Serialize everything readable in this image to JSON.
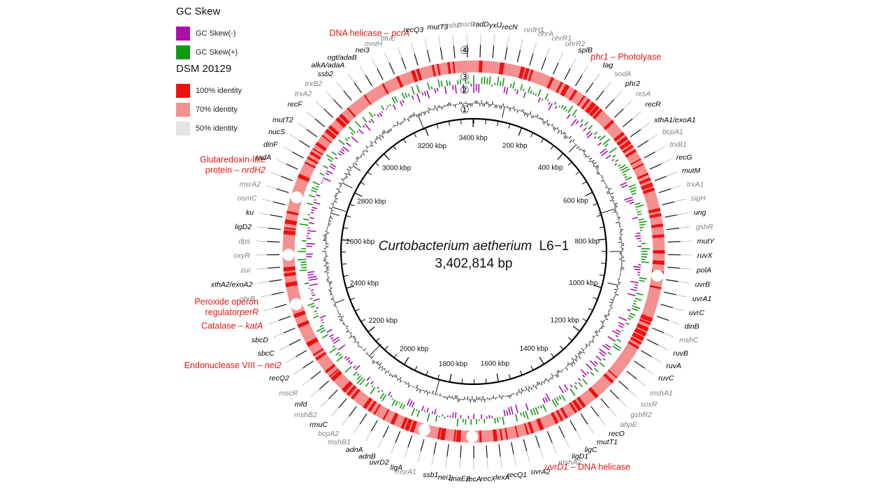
{
  "legend": {
    "gc_title": "GC Skew",
    "gc_items": [
      {
        "label": "GC Skew(-)",
        "color": "#aa10a8"
      },
      {
        "label": "GC Skew(+)",
        "color": "#129a12"
      }
    ],
    "ref_title": "DSM 20129",
    "ref_items": [
      {
        "label": "100% identity",
        "color": "#ee1111"
      },
      {
        "label": "70% identity",
        "color": "#f59090"
      },
      {
        "label": "50% identity",
        "color": "#e4e4e4"
      }
    ]
  },
  "center": {
    "organism": "Curtobacterium aetherium",
    "strain": "L6−1",
    "size": "3,402,814 bp"
  },
  "ring_markers": [
    "①",
    "②",
    "③",
    "④"
  ],
  "genome": {
    "length_kbp": 3402.814,
    "ticks_kbp": [
      200,
      400,
      600,
      800,
      1000,
      1200,
      1400,
      1600,
      1800,
      2000,
      2200,
      2400,
      2600,
      2800,
      3000,
      3200,
      3400
    ],
    "tick_suffix": " kbp"
  },
  "genes": [
    {
      "text": "radD",
      "style": "black"
    },
    {
      "text": "yxlJ",
      "style": "black"
    },
    {
      "text": "recN",
      "style": "black"
    },
    {
      "text": "nrdH1",
      "style": "gray"
    },
    {
      "text": "ohrA",
      "style": "gray"
    },
    {
      "text": "ohrR1",
      "style": "gray"
    },
    {
      "text": "ohrR2",
      "style": "gray"
    },
    {
      "text": "splB",
      "style": "black"
    },
    {
      "text": "phr1",
      "style": "red",
      "suffix": " – Photolyase"
    },
    {
      "text": "tag",
      "style": "black"
    },
    {
      "text": "sodA",
      "style": "gray"
    },
    {
      "text": "phr2",
      "style": "black"
    },
    {
      "text": "resA",
      "style": "gray"
    },
    {
      "text": "recR",
      "style": "black"
    },
    {
      "text": "xthA1/exoA1",
      "style": "black"
    },
    {
      "text": "bcpA1",
      "style": "gray"
    },
    {
      "text": "trxB1",
      "style": "gray"
    },
    {
      "text": "recG",
      "style": "black"
    },
    {
      "text": "mutM",
      "style": "black"
    },
    {
      "text": "trxA1",
      "style": "gray"
    },
    {
      "text": "sigH",
      "style": "gray"
    },
    {
      "text": "ung",
      "style": "black"
    },
    {
      "text": "gshR",
      "style": "gray"
    },
    {
      "text": "mutY",
      "style": "black"
    },
    {
      "text": "ruvX",
      "style": "black"
    },
    {
      "text": "polA",
      "style": "black"
    },
    {
      "text": "uvrB",
      "style": "black"
    },
    {
      "text": "uvrA1",
      "style": "black"
    },
    {
      "text": "uvrC",
      "style": "black"
    },
    {
      "text": "dinB",
      "style": "black"
    },
    {
      "text": "mshC",
      "style": "gray"
    },
    {
      "text": "ruvB",
      "style": "black"
    },
    {
      "text": "ruvA",
      "style": "black"
    },
    {
      "text": "ruvC",
      "style": "black"
    },
    {
      "text": "mshA1",
      "style": "gray"
    },
    {
      "text": "soxR",
      "style": "gray"
    },
    {
      "text": "gshR2",
      "style": "gray"
    },
    {
      "text": "ahpE",
      "style": "gray"
    },
    {
      "text": "recO",
      "style": "black"
    },
    {
      "text": "mutT1",
      "style": "black"
    },
    {
      "text": "ligC",
      "style": "black"
    },
    {
      "text": "ligD1",
      "style": "black"
    },
    {
      "text": "mshA2",
      "style": "gray"
    },
    {
      "text": "uvrD1",
      "style": "red",
      "suffix": " – DNA helicase"
    },
    {
      "text": "uvrA2",
      "style": "black"
    },
    {
      "text": "recQ1",
      "style": "black"
    },
    {
      "text": "lexA",
      "style": "black"
    },
    {
      "text": "recX",
      "style": "black"
    },
    {
      "text": "recA",
      "style": "black"
    },
    {
      "text": "dnaE2",
      "style": "black"
    },
    {
      "text": "nei1",
      "style": "black"
    },
    {
      "text": "ssb1",
      "style": "black"
    },
    {
      "text": "msrA1",
      "style": "gray"
    },
    {
      "text": "ligA",
      "style": "black"
    },
    {
      "text": "uvrD2",
      "style": "black"
    },
    {
      "text": "adnB",
      "style": "black"
    },
    {
      "text": "adnA",
      "style": "black"
    },
    {
      "text": "mshB1",
      "style": "gray"
    },
    {
      "text": "bcpA2",
      "style": "gray"
    },
    {
      "text": "rmuC",
      "style": "black"
    },
    {
      "text": "mshB2",
      "style": "gray"
    },
    {
      "text": "mfd",
      "style": "black"
    },
    {
      "text": "mscR",
      "style": "gray"
    },
    {
      "text": "recQ2",
      "style": "black"
    },
    {
      "text": "nei2",
      "style": "red",
      "prefix": "Endonuclease VIII – "
    },
    {
      "text": "sbcC",
      "style": "black"
    },
    {
      "text": "sbcD",
      "style": "black"
    },
    {
      "text": "katA",
      "style": "red",
      "prefix": "Catalase – "
    },
    {
      "text": "perR",
      "style": "red",
      "prefix_lines": [
        "Peroxide operon",
        "regulator"
      ]
    },
    {
      "text": "ohrB",
      "style": "gray"
    },
    {
      "text": "xthA2/exoA2",
      "style": "black"
    },
    {
      "text": "zur",
      "style": "gray"
    },
    {
      "text": "oxyR",
      "style": "gray"
    },
    {
      "text": "dps",
      "style": "gray"
    },
    {
      "text": "ligD2",
      "style": "black"
    },
    {
      "text": "ku",
      "style": "black"
    },
    {
      "text": "osmC",
      "style": "gray"
    },
    {
      "text": "msrA2",
      "style": "gray"
    },
    {
      "text": "nrdH2",
      "style": "red",
      "prefix_lines": [
        "Glutaredoxin-like",
        "protein – "
      ]
    },
    {
      "text": "radA",
      "style": "black"
    },
    {
      "text": "dinF",
      "style": "black"
    },
    {
      "text": "nucS",
      "style": "black"
    },
    {
      "text": "mutT2",
      "style": "black"
    },
    {
      "text": "recF",
      "style": "black"
    },
    {
      "text": "trxA2",
      "style": "gray"
    },
    {
      "text": "trxB2",
      "style": "gray"
    },
    {
      "text": "ssb2",
      "style": "black"
    },
    {
      "text": "alkA/adaA",
      "style": "black"
    },
    {
      "text": "ogt/adaB",
      "style": "black"
    },
    {
      "text": "nei3",
      "style": "black"
    },
    {
      "text": "mntH",
      "style": "gray"
    },
    {
      "text": "btuE",
      "style": "gray"
    },
    {
      "text": "pcrA",
      "style": "red",
      "prefix": "DNA helicase – "
    },
    {
      "text": "recQ3",
      "style": "black"
    },
    {
      "text": "mutT3",
      "style": "black"
    },
    {
      "text": "mshD",
      "style": "gray"
    },
    {
      "text": "msrB",
      "style": "gray"
    }
  ],
  "colors": {
    "gene_black": "#000000",
    "gene_gray": "#808080",
    "gene_red": "#e8150e",
    "identity_100": "#ee1111",
    "identity_70": "#f59090",
    "gc_neg": "#aa10a8",
    "gc_pos": "#129a12"
  }
}
